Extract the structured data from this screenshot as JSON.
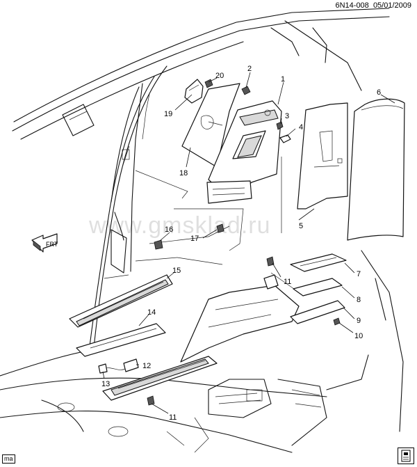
{
  "header": {
    "diagram_id": "6N14-008",
    "date": "05/01/2009",
    "separator": "  "
  },
  "watermark": "www.gmsklad.ru",
  "front_arrow_label": "FRT",
  "corner_badge": "ma",
  "corner_icon": "book-page-icon",
  "callouts": [
    {
      "id": "c1",
      "text": "1"
    },
    {
      "id": "c2",
      "text": "2"
    },
    {
      "id": "c3",
      "text": "3"
    },
    {
      "id": "c4",
      "text": "4"
    },
    {
      "id": "c5",
      "text": "5"
    },
    {
      "id": "c6",
      "text": "6"
    },
    {
      "id": "c7",
      "text": "7"
    },
    {
      "id": "c8",
      "text": "8"
    },
    {
      "id": "c9",
      "text": "9"
    },
    {
      "id": "c10",
      "text": "10"
    },
    {
      "id": "c11a",
      "text": "11"
    },
    {
      "id": "c11b",
      "text": "11"
    },
    {
      "id": "c12",
      "text": "12"
    },
    {
      "id": "c13",
      "text": "13"
    },
    {
      "id": "c14",
      "text": "14"
    },
    {
      "id": "c15",
      "text": "15"
    },
    {
      "id": "c16",
      "text": "16"
    },
    {
      "id": "c17",
      "text": "17"
    },
    {
      "id": "c18",
      "text": "18"
    },
    {
      "id": "c19",
      "text": "19"
    },
    {
      "id": "c20",
      "text": "20"
    }
  ]
}
